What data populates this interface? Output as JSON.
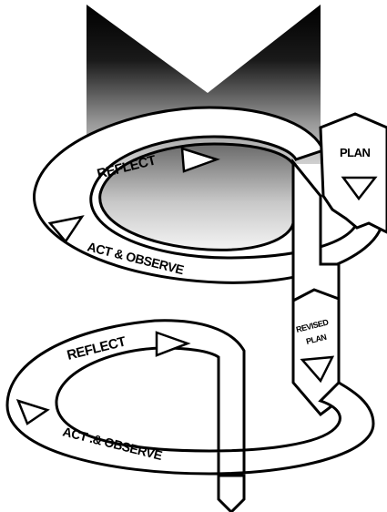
{
  "diagram": {
    "cycle1": {
      "reflect": "REFLECT",
      "act_observe": "ACT & OBSERVE",
      "plan": "PLAN"
    },
    "cycle2": {
      "reflect": "REFLECT",
      "act_observe": "ACT .& OBSERVE",
      "plan_line1": "REVISED",
      "plan_line2": "PLAN"
    }
  },
  "colors": {
    "stroke": "#000000",
    "background": "#ffffff",
    "gradient_dark": "#000000",
    "gradient_light": "#ffffff"
  }
}
